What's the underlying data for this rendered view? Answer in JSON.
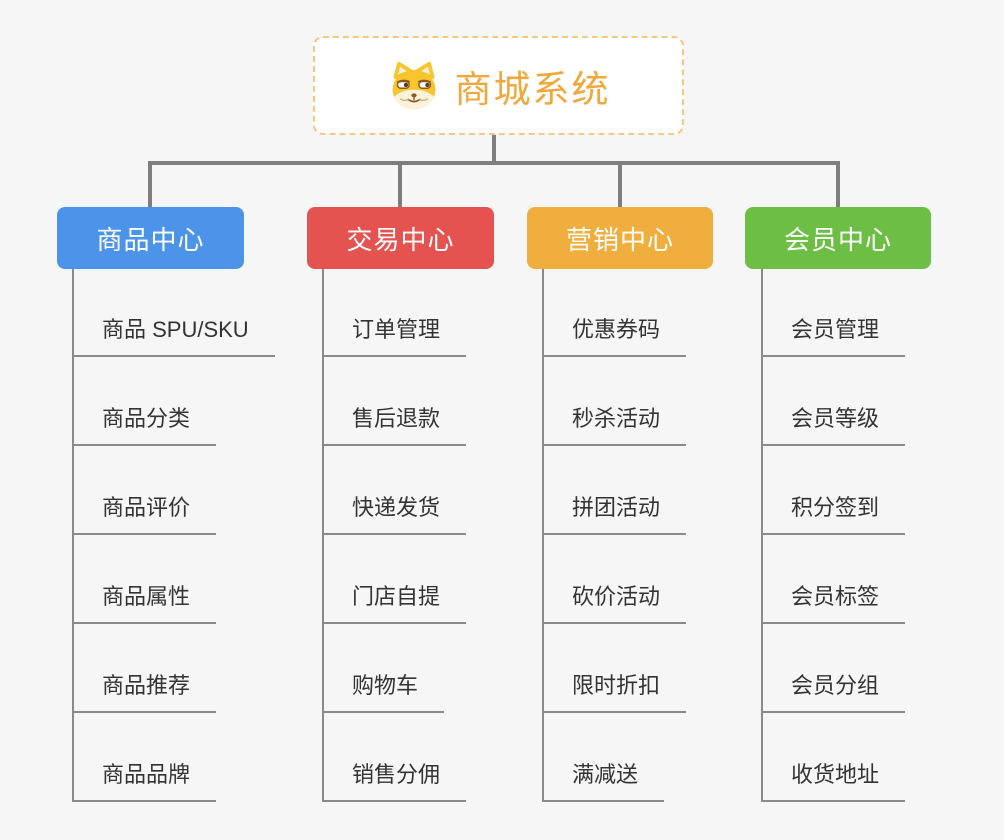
{
  "page": {
    "background_color": "#F6F6F6"
  },
  "root": {
    "label": "商城系统",
    "icon": "dog-face-icon",
    "text_color": "#F0A83B",
    "border_color": "#F4C87E"
  },
  "connector_color": "#7E7E7E",
  "leaf_line_color": "#8A8A8A",
  "leaf_text_color": "#333333",
  "branches": [
    {
      "label": "商品中心",
      "color": "#4B94EA",
      "children": [
        "商品 SPU/SKU",
        "商品分类",
        "商品评价",
        "商品属性",
        "商品推荐",
        "商品品牌"
      ]
    },
    {
      "label": "交易中心",
      "color": "#E4534F",
      "children": [
        "订单管理",
        "售后退款",
        "快递发货",
        "门店自提",
        "购物车",
        "销售分佣"
      ]
    },
    {
      "label": "营销中心",
      "color": "#EFAE3D",
      "children": [
        "优惠券码",
        "秒杀活动",
        "拼团活动",
        "砍价活动",
        "限时折扣",
        "满减送"
      ]
    },
    {
      "label": "会员中心",
      "color": "#6CBE44",
      "children": [
        "会员管理",
        "会员等级",
        "积分签到",
        "会员标签",
        "会员分组",
        "收货地址"
      ]
    }
  ]
}
